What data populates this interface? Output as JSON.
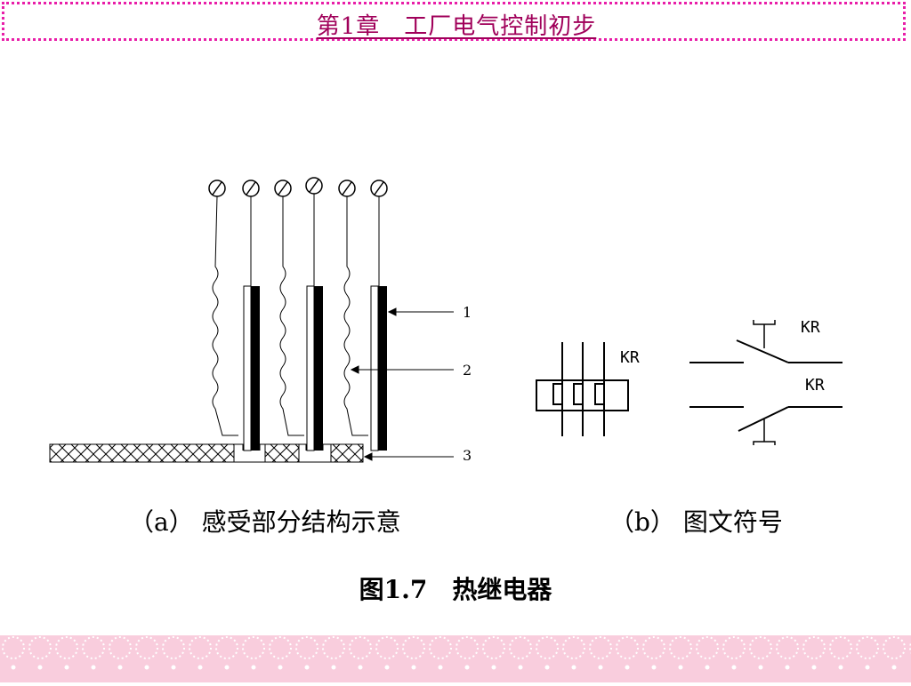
{
  "header": {
    "title": "第1章　工厂电气控制初步"
  },
  "diagram_a": {
    "callouts": [
      "1",
      "2",
      "3"
    ],
    "caption": "（a） 感受部分结构示意"
  },
  "diagram_b": {
    "symbol_label": "KR",
    "contact_label_top": "KR",
    "contact_label_bottom": "KR",
    "caption": "（b） 图文符号"
  },
  "figure": {
    "caption": "图1.7　热继电器"
  },
  "colors": {
    "header_text": "#a0005a",
    "header_border": "#e81ea8",
    "footer_band": "#f9cddd",
    "footer_lace": "#ffffff",
    "line": "#000000"
  }
}
